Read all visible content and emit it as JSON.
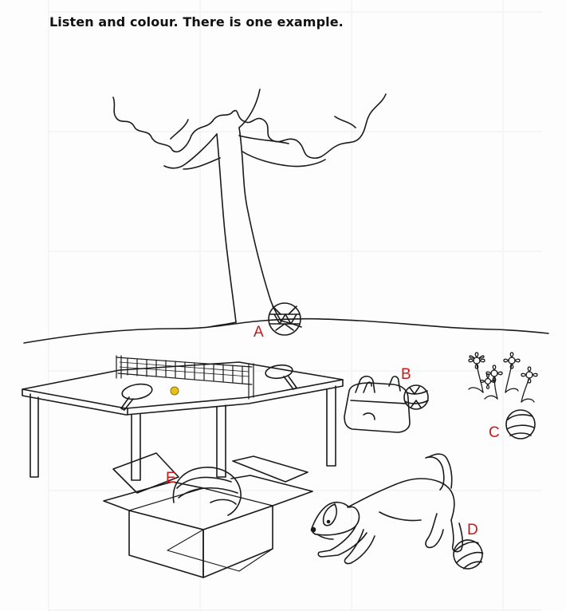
{
  "instruction": "Listen and colour. There is one example.",
  "labels": {
    "a": "A",
    "b": "B",
    "c": "C",
    "d": "D",
    "e": "E"
  },
  "colors": {
    "line": "#1a1a1a",
    "label": "#c81818",
    "table_ball": "#e8c21a"
  }
}
